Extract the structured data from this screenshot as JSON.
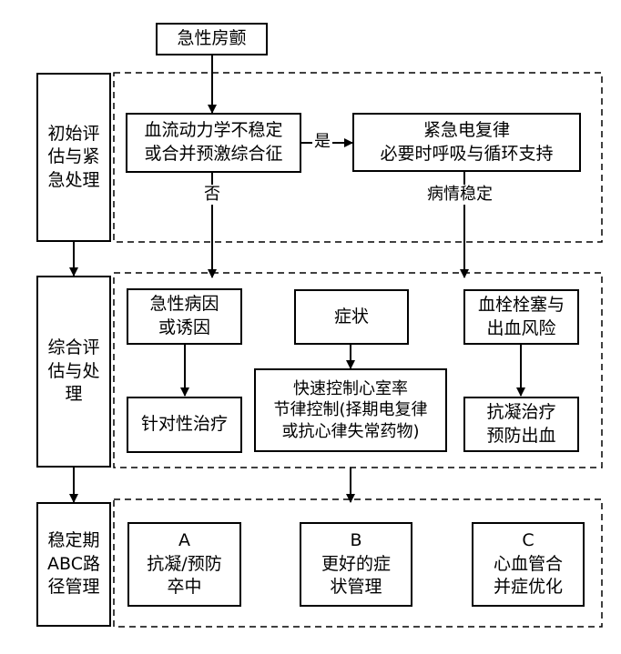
{
  "start": "急性房颤",
  "stages": {
    "initial": "初始评\n估与紧\n急处理",
    "comprehensive": "综合评\n估与处\n理",
    "stable": "稳定期\nABC路\n径管理"
  },
  "initial": {
    "decision": "血流动力学不稳定\n或合并预激综合征",
    "emergency": "紧急电复律\n必要时呼吸与循环支持"
  },
  "path_labels": {
    "yes": "是",
    "no": "否",
    "stable": "病情稳定"
  },
  "comprehensive": {
    "cause": "急性病因\n或诱因",
    "targeted": "针对性治疗",
    "symptom": "症状",
    "rate_control": "快速控制心室率\n节律控制(择期电复律\n或抗心律失常药物)",
    "risk": "血栓栓塞与\n出血风险",
    "anticoag": "抗凝治疗\n预防出血"
  },
  "abc": {
    "a": "A\n抗凝/预防\n卒中",
    "b": "B\n更好的症\n状管理",
    "c": "C\n心血管合\n并症优化"
  }
}
